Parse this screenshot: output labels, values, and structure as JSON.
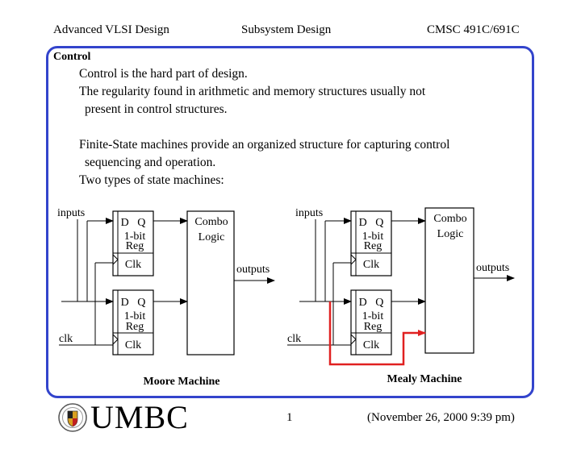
{
  "header": {
    "course_title": "Advanced VLSI Design",
    "topic": "Subsystem Design",
    "course_code": "CMSC 491C/691C"
  },
  "slide": {
    "section_title": "Control",
    "lines": [
      "Control is the hard part of design.",
      "The regularity found in arithmetic and memory structures usually not",
      "present in control structures.",
      "Finite-State machines provide an organized structure for capturing control",
      "sequencing and operation.",
      "Two types of state machines:"
    ]
  },
  "diagrams": {
    "moore": {
      "caption": "Moore Machine",
      "inputs_label": "inputs",
      "outputs_label": "outputs",
      "clk_label": "clk",
      "combo_line1": "Combo",
      "combo_line2": "Logic",
      "reg_dq": "D   Q",
      "reg_size": "1-bit",
      "reg_name": "Reg",
      "reg_clk": "Clk"
    },
    "mealy": {
      "caption": "Mealy Machine",
      "inputs_label": "inputs",
      "outputs_label": "outputs",
      "clk_label": "clk",
      "combo_line1": "Combo",
      "combo_line2": "Logic",
      "reg_dq": "D   Q",
      "reg_size": "1-bit",
      "reg_name": "Reg",
      "reg_clk": "Clk",
      "highlight_color": "#e02020"
    }
  },
  "footer": {
    "logo_text": "UMBC",
    "page_number": "1",
    "date": "(November 26, 2000 9:39 pm)"
  },
  "colors": {
    "frame": "#3344cc",
    "highlight": "#e02020"
  }
}
